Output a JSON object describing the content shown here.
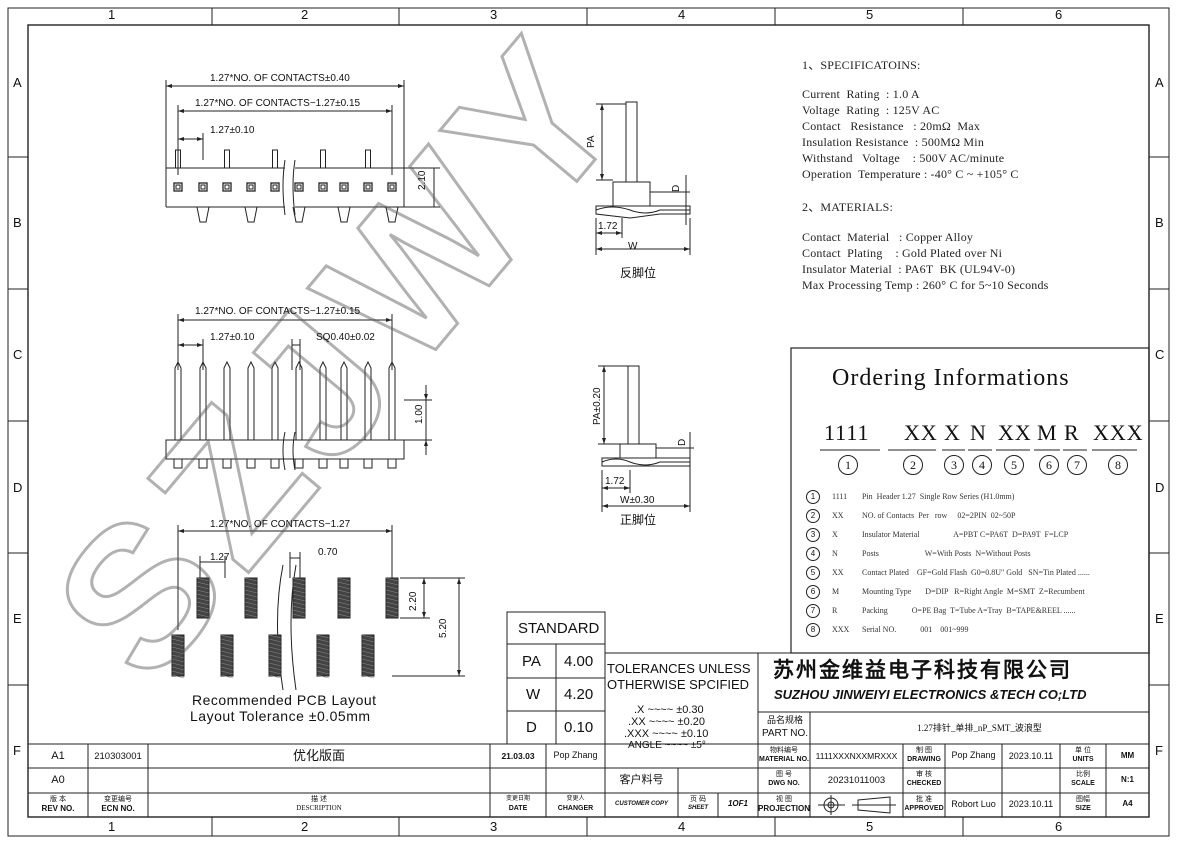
{
  "border": {
    "cols": [
      "1",
      "2",
      "3",
      "4",
      "5",
      "6"
    ],
    "rows": [
      "A",
      "B",
      "C",
      "D",
      "E",
      "F"
    ]
  },
  "dims": {
    "top_total": "1.27*NO. OF CONTACTS±0.40",
    "top_pitch_total": "1.27*NO. OF CONTACTS−1.27±0.15",
    "top_pitch": "1.27±0.10",
    "top_height": "2.10",
    "mid_pitch_total": "1.27*NO. OF CONTACTS−1.27±0.15",
    "mid_pitch": "1.27±0.10",
    "mid_square": "SQ0.40±0.02",
    "mid_height": "1.00",
    "pcb_total": "1.27*NO. OF CONTACTS−1.27",
    "pcb_pitch": "1.27",
    "pcb_width": "0.70",
    "pcb_pad": "2.20",
    "pcb_span": "5.20",
    "pcb_caption1": "Recommended PCB Layout",
    "pcb_caption2": "Layout Tolerance ±0.05mm",
    "side1_pa": "PA",
    "side1_d": "D",
    "side1_172": "1.72",
    "side1_w": "W",
    "side1_caption": "反脚位",
    "side2_pa": "PA±0.20",
    "side2_d": "D",
    "side2_172": "1.72",
    "side2_w": "W±0.30",
    "side2_caption": "正脚位"
  },
  "specs": {
    "title1": "1、SPECIFICATOINS:",
    "lines1": [
      "Current  Rating  : 1.0 A",
      "Voltage  Rating  : 125V AC",
      "Contact   Resistance   : 20mΩ  Max",
      "Insulation Resistance  : 500MΩ Min",
      "Withstand   Voltage    : 500V AC/minute",
      "Operation  Temperature : -40° C ~ +105° C"
    ],
    "title2": "2、MATERIALS:",
    "lines2": [
      "Contact  Material   : Copper Alloy",
      "Contact  Plating    : Gold Plated over Ni",
      "Insulator Material  : PA6T  BK (UL94V-0)",
      "Max Processing Temp : 260° C for 5~10 Seconds"
    ]
  },
  "ordering": {
    "title": "Ordering Informations",
    "code_parts": [
      "1111",
      "XX",
      "X",
      "N",
      "XX",
      "M",
      "R",
      "XXX"
    ],
    "circle_nums": [
      "1",
      "2",
      "3",
      "4",
      "5",
      "6",
      "7",
      "8"
    ],
    "rows": [
      {
        "num": "1",
        "code": "1111",
        "desc": "Pin  Header 1.27  Single Row Series (H1.0mm)"
      },
      {
        "num": "2",
        "code": "XX",
        "desc": "NO. of Contacts  Per   row     02=2PIN  02~50P"
      },
      {
        "num": "3",
        "code": "X",
        "desc": "Insulator Material                 A=PBT C=PA6T  D=PA9T  F=LCP"
      },
      {
        "num": "4",
        "code": "N",
        "desc": "Posts                       W=With Posts  N=Without Posts"
      },
      {
        "num": "5",
        "code": "XX",
        "desc": "Contact Plated    GF=Gold Flash  G0=0.8U\" Gold   SN=Tin Plated ......"
      },
      {
        "num": "6",
        "code": "M",
        "desc": "Mounting Type       D=DIP   R=Right Angle  M=SMT  Z=Recumbent"
      },
      {
        "num": "7",
        "code": "R",
        "desc": "Packing            O=PE Bag  T=Tube A=Tray  B=TAPE&REEL ......"
      },
      {
        "num": "8",
        "code": "XXX",
        "desc": "Serial NO.            001    001~999"
      }
    ]
  },
  "standard": {
    "header": "STANDARD",
    "rows": [
      {
        "label": "PA",
        "value": "4.00"
      },
      {
        "label": "W",
        "value": "4.20"
      },
      {
        "label": "D",
        "value": "0.10"
      }
    ]
  },
  "tolerances": {
    "title1": "TOLERANCES  UNLESS",
    "title2": "OTHERWISE  SPCIFIED",
    "lines": [
      ".X  ~~~~  ±0.30",
      ".XX  ~~~~  ±0.20",
      ".XXX  ~~~~  ±0.10",
      "ANGLE  ~~~~  ±5°"
    ]
  },
  "company": {
    "cn": "苏州金维益电子科技有限公司",
    "en": "SUZHOU JINWEIYI ELECTRONICS &TECH CO;LTD"
  },
  "titleblock": {
    "part_no_label_cn": "品名规格",
    "part_no_label": "PART NO.",
    "part_no_value": "1.27排针_单排_nP_SMT_波浪型",
    "material_label_cn": "物料编号",
    "material_label": "MATERIAL NO.",
    "material_value": "1111XXXNXXMRXXX",
    "drawing_cn": "制 图",
    "drawing": "DRAWING",
    "drawing_name": "Pop Zhang",
    "drawing_date": "2023.10.11",
    "units_cn": "单 位",
    "units": "UNITS",
    "units_value": "MM",
    "dwg_cn": "图 号",
    "dwg": "DWG NO.",
    "dwg_value": "20231011003",
    "checked_cn": "审 核",
    "checked": "CHECKED",
    "scale_cn": "比例",
    "scale": "SCALE",
    "scale_value": "N:1",
    "proj_cn": "视 图",
    "proj": "PROJECTION",
    "approved_cn": "批 准",
    "approved": "APPROVED",
    "approved_name": "Robort Luo",
    "approved_date": "2023.10.11",
    "size_cn": "图幅",
    "size": "SIZE",
    "size_value": "A4",
    "customer_cn": "客户料号",
    "customer_copy": "CUSTOMER COPY",
    "sheet_cn": "页 码",
    "sheet": "SHEET",
    "sheet_value": "1OF1"
  },
  "revisions": {
    "rows": [
      {
        "rev": "A1",
        "ecn": "210303001",
        "desc": "优化版面",
        "date": "21.03.03",
        "changer": "Pop Zhang"
      },
      {
        "rev": "A0",
        "ecn": "",
        "desc": "",
        "date": "",
        "changer": ""
      }
    ],
    "hdr_rev_cn": "版 本",
    "hdr_rev": "REV NO.",
    "hdr_ecn_cn": "变更编号",
    "hdr_ecn": "ECN  NO.",
    "hdr_desc_cn": "描 述",
    "hdr_desc": "DESCRIPTION",
    "hdr_date_cn": "变更日期",
    "hdr_date": "DATE",
    "hdr_changer_cn": "变更人",
    "hdr_changer": "CHANGER"
  },
  "watermark": "SZJWY"
}
